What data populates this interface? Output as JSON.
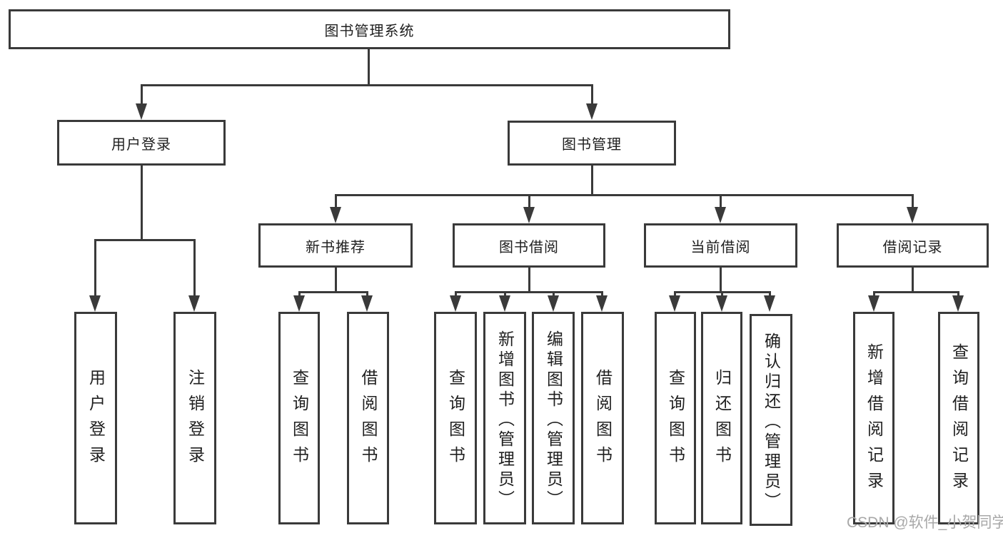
{
  "diagram": {
    "title": "图书管理系统",
    "level2": {
      "user_login": "用户登录",
      "book_management": "图书管理"
    },
    "level3": {
      "new_book_recommend": "新书推荐",
      "book_borrow": "图书借阅",
      "current_borrow": "当前借阅",
      "borrow_record": "借阅记录"
    },
    "leaves": {
      "user_login": [
        "用户登录",
        "注销登录"
      ],
      "new_book_recommend": [
        "查询图书",
        "借阅图书"
      ],
      "book_borrow": [
        "查询图书",
        "新增图书（管理员）",
        "编辑图书（管理员）",
        "借阅图书"
      ],
      "current_borrow": [
        "查询图书",
        "归还图书",
        "确认归还（管理员）"
      ],
      "borrow_record": [
        "新增借阅记录",
        "查询借阅记录"
      ]
    }
  },
  "watermark": "CSDN @软件_小贺同学",
  "colors": {
    "line": "#3a3a3a",
    "text": "#1f1f1f",
    "watermark": "#a8a8a8",
    "background": "#ffffff"
  }
}
